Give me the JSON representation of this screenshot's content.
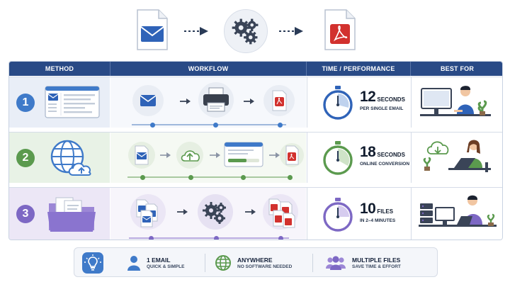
{
  "colors": {
    "header_bg": "#294a86",
    "accent_blue": "#3f7ac9",
    "accent_green": "#5b9a4e",
    "accent_purple": "#7d68c4",
    "pdf_red": "#d2312e"
  },
  "top_flow": {
    "icons": [
      "email-document-icon",
      "gears-icon",
      "pdf-document-icon"
    ]
  },
  "table": {
    "headers": {
      "method": "METHOD",
      "workflow": "WORKFLOW",
      "time": "TIME / PERFORMANCE",
      "best_for": "BEST FOR"
    },
    "rows": [
      {
        "number": "1",
        "method_icon": "email-client-window-icon",
        "workflow_steps": [
          "email-icon",
          "printer-icon",
          "pdf-icon"
        ],
        "metric_value": "12",
        "metric_unit": "SECONDS",
        "metric_caption": "PER SINGLE EMAIL",
        "best_for_icon": "person-at-desktop-icon"
      },
      {
        "number": "2",
        "method_icon": "globe-cloud-upload-icon",
        "workflow_steps": [
          "email-icon",
          "cloud-upload-icon",
          "browser-progress-icon",
          "pdf-icon"
        ],
        "metric_value": "18",
        "metric_unit": "SECONDS",
        "metric_caption": "ONLINE CONVERSION",
        "best_for_icon": "person-with-laptop-icon"
      },
      {
        "number": "3",
        "method_icon": "folder-with-files-icon",
        "workflow_steps": [
          "multiple-emails-icon",
          "gears-icon",
          "multiple-pdfs-icon"
        ],
        "metric_value": "10",
        "metric_unit": "FILES",
        "metric_caption": "IN 2–4 MINUTES",
        "best_for_icon": "person-at-server-desk-icon"
      }
    ]
  },
  "legend": {
    "lead_icon": "lightbulb-icon",
    "items": [
      {
        "icon": "single-user-icon",
        "title": "1 EMAIL",
        "subtitle": "QUICK & SIMPLE"
      },
      {
        "icon": "globe-icon",
        "title": "ANYWHERE",
        "subtitle": "NO SOFTWARE NEEDED"
      },
      {
        "icon": "group-users-icon",
        "title": "MULTIPLE FILES",
        "subtitle": "SAVE TIME & EFFORT"
      }
    ]
  }
}
